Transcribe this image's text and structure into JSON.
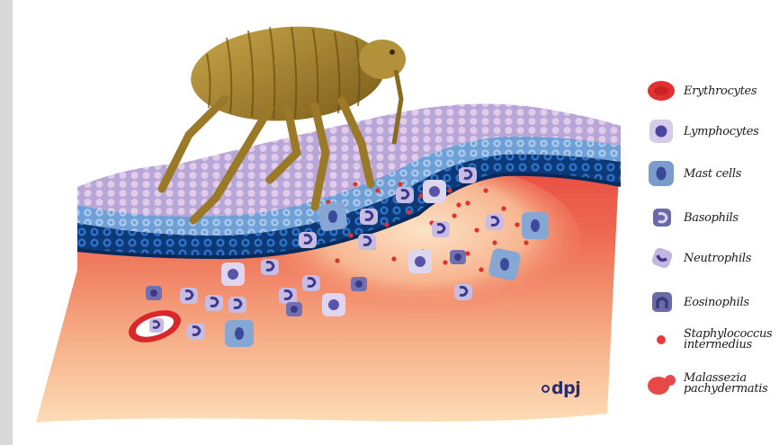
{
  "figure": {
    "logo_text": "dpj"
  },
  "legend": [
    {
      "label": "Erythrocytes",
      "icon": "erythrocyte-icon",
      "color": "#e03030"
    },
    {
      "label": "Lymphocytes",
      "icon": "lymphocyte-icon",
      "color": "#c8bde0"
    },
    {
      "label": "Mast cells",
      "icon": "mast-cell-icon",
      "color": "#7a9ccc"
    },
    {
      "label": "Basophils",
      "icon": "basophil-icon",
      "color": "#6a6aa8"
    },
    {
      "label": "Neutrophils",
      "icon": "neutrophil-icon",
      "color": "#b4a8d8"
    },
    {
      "label": "Eosinophils",
      "icon": "eosinophil-icon",
      "color": "#6a6aa8"
    },
    {
      "label_lines": [
        "Staphylococcus",
        "intermedius"
      ],
      "icon": "staphylococcus-icon",
      "color": "#e83a3a"
    },
    {
      "label_lines": [
        "Malassezia",
        "pachydermatis"
      ],
      "icon": "malassezia-icon",
      "color": "#e84848"
    }
  ],
  "colors": {
    "dermis_top": "#e8403a",
    "dermis_bottom": "#fbd6b0",
    "epidermis_dark": "#0d3c7a",
    "epidermis_mid": "#2a6cc0",
    "epidermis_light": "#8bb4e0",
    "stratum_corneum": "#e8a6cf",
    "flea": "#a8842a"
  }
}
